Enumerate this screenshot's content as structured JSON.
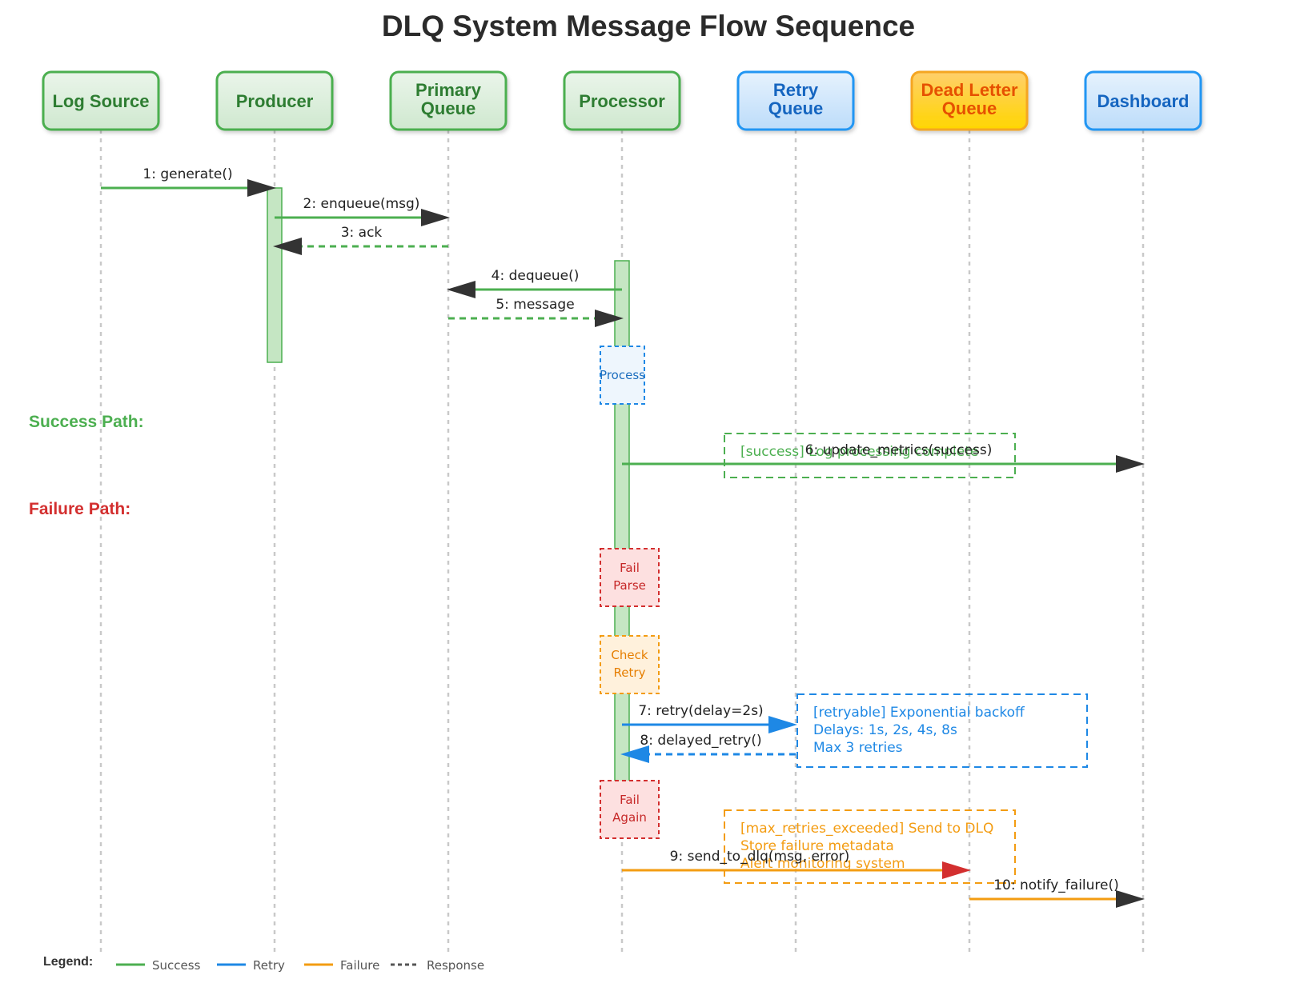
{
  "title": "DLQ System Message Flow Sequence",
  "colors": {
    "success": "#4caf50",
    "retry": "#1e88e5",
    "failure": "#f39c12",
    "fail_text": "#d32f2f",
    "arrowhead": "#333333",
    "dlq_arrowhead": "#d32f2f"
  },
  "actors": [
    {
      "id": "log-source",
      "lines": [
        "Log Source"
      ],
      "style": "green"
    },
    {
      "id": "producer",
      "lines": [
        "Producer"
      ],
      "style": "green"
    },
    {
      "id": "primary-queue",
      "lines": [
        "Primary",
        "Queue"
      ],
      "style": "green"
    },
    {
      "id": "processor",
      "lines": [
        "Processor"
      ],
      "style": "green"
    },
    {
      "id": "retry-queue",
      "lines": [
        "Retry",
        "Queue"
      ],
      "style": "blue"
    },
    {
      "id": "dead-letter-queue",
      "lines": [
        "Dead Letter",
        "Queue"
      ],
      "style": "orange"
    },
    {
      "id": "dashboard",
      "lines": [
        "Dashboard"
      ],
      "style": "blue"
    }
  ],
  "messages": [
    {
      "label": "1: generate()",
      "from": 0,
      "to": 1,
      "kind": "success",
      "response": false
    },
    {
      "label": "2: enqueue(msg)",
      "from": 1,
      "to": 2,
      "kind": "success",
      "response": false
    },
    {
      "label": "3: ack",
      "from": 2,
      "to": 1,
      "kind": "success",
      "response": true
    },
    {
      "label": "4: dequeue()",
      "from": 3,
      "to": 2,
      "kind": "success",
      "response": false
    },
    {
      "label": "5: message",
      "from": 2,
      "to": 3,
      "kind": "success",
      "response": true
    },
    {
      "label": "6: update_metrics(success)",
      "from": 3,
      "to": 6,
      "kind": "success",
      "response": false
    },
    {
      "label": "7: retry(delay=2s)",
      "from": 3,
      "to": 4,
      "kind": "retry",
      "response": false
    },
    {
      "label": "8: delayed_retry()",
      "from": 4,
      "to": 3,
      "kind": "retry",
      "response": true
    },
    {
      "label": "9: send_to_dlq(msg, error)",
      "from": 3,
      "to": 5,
      "kind": "failure",
      "response": false
    },
    {
      "label": "10: notify_failure()",
      "from": 5,
      "to": 6,
      "kind": "failure",
      "response": false
    }
  ],
  "section_labels": {
    "success": "Success Path:",
    "failure": "Failure Path:"
  },
  "state_boxes": [
    {
      "id": "process",
      "lines": [
        "Process"
      ],
      "kind": "process"
    },
    {
      "id": "fail-parse",
      "lines": [
        "Fail",
        "Parse"
      ],
      "kind": "fail"
    },
    {
      "id": "check-retry",
      "lines": [
        "Check",
        "Retry"
      ],
      "kind": "check"
    },
    {
      "id": "fail-again",
      "lines": [
        "Fail",
        "Again"
      ],
      "kind": "fail"
    }
  ],
  "notes": [
    {
      "id": "success-note",
      "kind": "success",
      "lines": [
        "[success] Log processing complete"
      ]
    },
    {
      "id": "retry-note",
      "kind": "retry",
      "lines": [
        "[retryable] Exponential backoff",
        "Delays: 1s, 2s, 4s, 8s",
        "Max 3 retries"
      ]
    },
    {
      "id": "dlq-note",
      "kind": "failure",
      "lines": [
        "[max_retries_exceeded] Send to DLQ",
        "Store failure metadata",
        "Alert monitoring system"
      ]
    }
  ],
  "legend": {
    "title": "Legend:",
    "items": [
      {
        "label": "Success",
        "kind": "success"
      },
      {
        "label": "Retry",
        "kind": "retry"
      },
      {
        "label": "Failure",
        "kind": "failure"
      },
      {
        "label": "Response",
        "kind": "response"
      }
    ]
  }
}
